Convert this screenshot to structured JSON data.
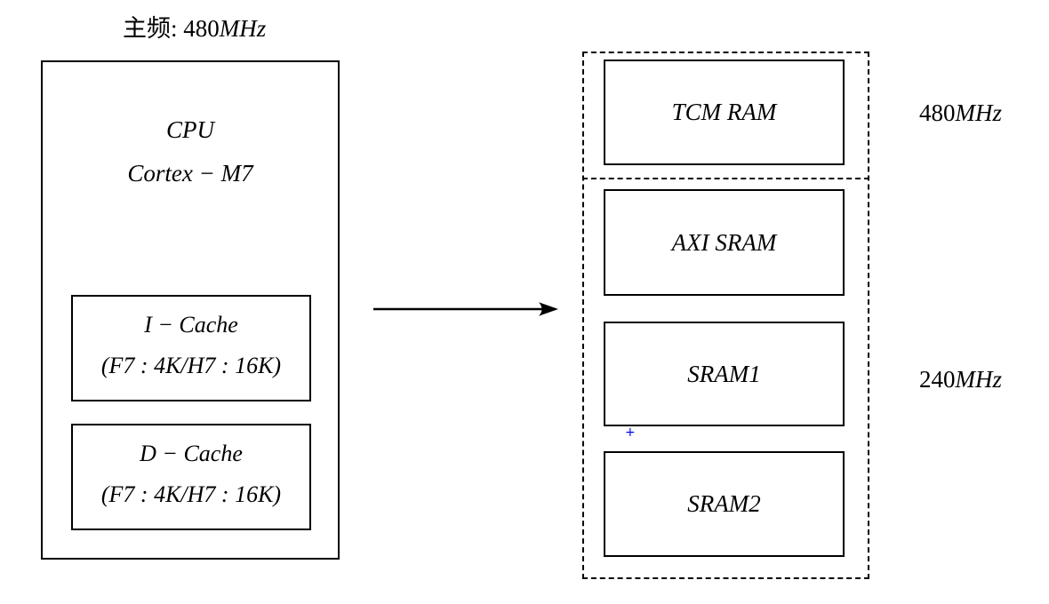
{
  "header": {
    "prefix": "主频:",
    "value": "480",
    "unit": "MHz"
  },
  "cpu": {
    "name": "CPU",
    "model": "Cortex − M7",
    "icache": {
      "name": "I − Cache",
      "detail": "(F7 : 4K/H7 : 16K)"
    },
    "dcache": {
      "name": "D − Cache",
      "detail": "(F7 : 4K/H7 : 16K)"
    }
  },
  "memory": {
    "tcm_label": "TCM RAM",
    "axi_label": "AXI SRAM",
    "sram1_label": "SRAM1",
    "sram2_label": "SRAM2"
  },
  "frequencies": {
    "tcm_domain": {
      "value": "480",
      "unit": "MHz"
    },
    "sram_domain": {
      "value": "240",
      "unit": "MHz"
    }
  },
  "cursor": {
    "glyph": "+"
  },
  "colors": {
    "line": "#000000",
    "background": "#ffffff",
    "cursor_mark": "#0000ee"
  }
}
